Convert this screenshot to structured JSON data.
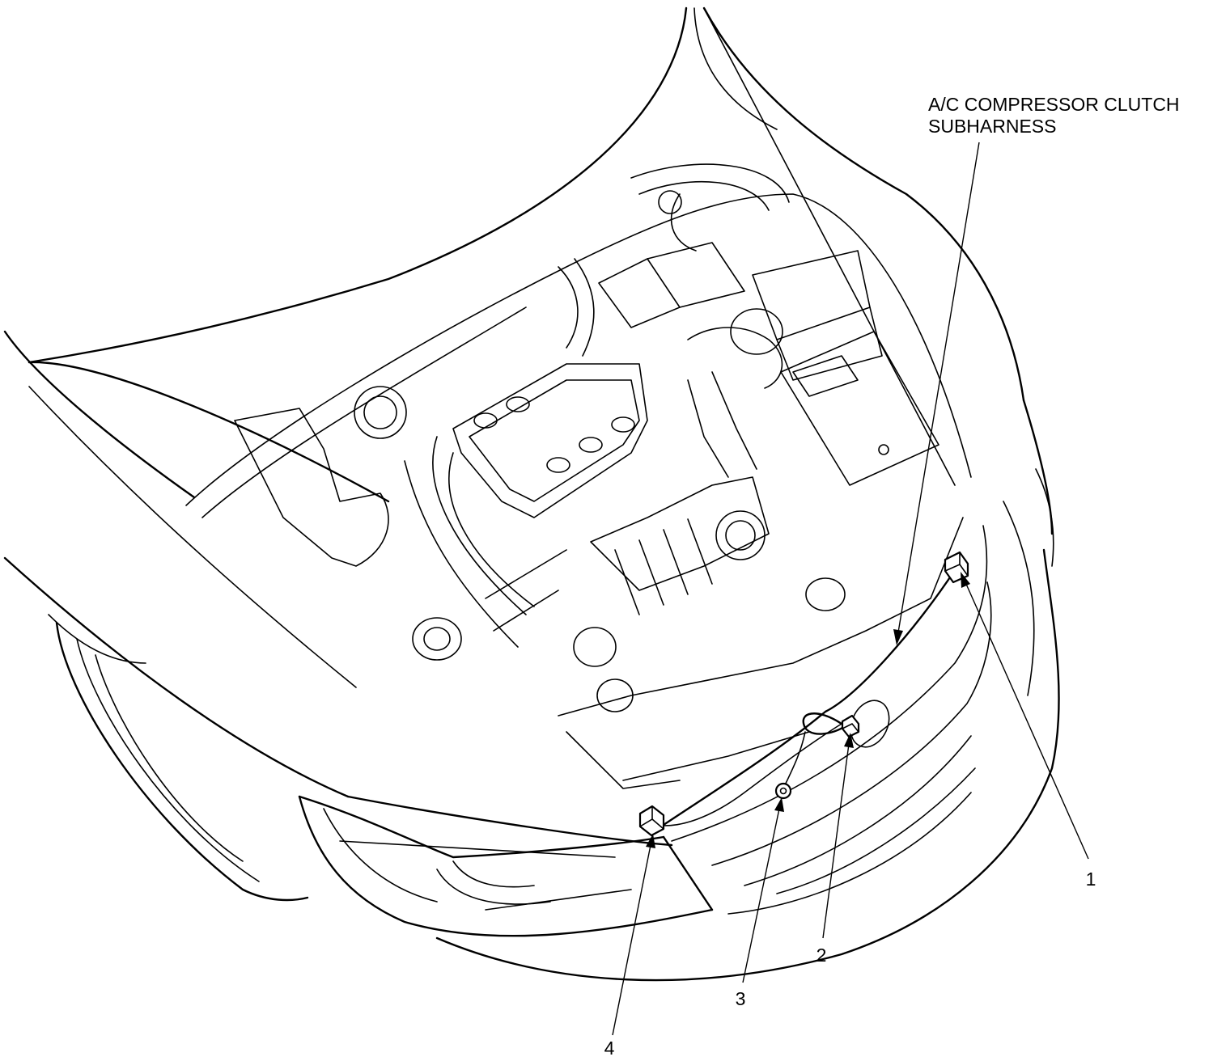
{
  "component_label": {
    "line1": "A/C COMPRESSOR CLUTCH",
    "line2": "SUBHARNESS"
  },
  "callouts": [
    {
      "id": "1",
      "text": "1"
    },
    {
      "id": "2",
      "text": "2"
    },
    {
      "id": "3",
      "text": "3"
    },
    {
      "id": "4",
      "text": "4"
    }
  ],
  "colors": {
    "line": "#000000",
    "background": "#ffffff"
  },
  "icons": [
    "connector-icon",
    "ground-terminal-icon",
    "pointer-arrow-icon"
  ]
}
